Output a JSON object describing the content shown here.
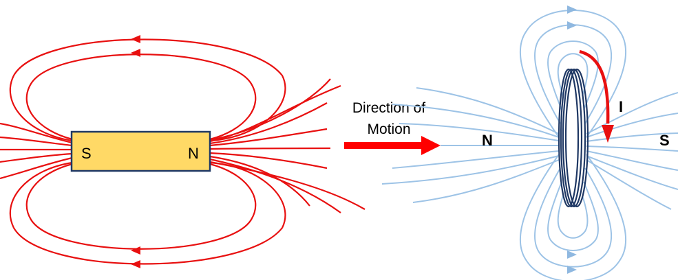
{
  "magnet": {
    "left_pole": "S",
    "right_pole": "N",
    "fill_color": "#FFD966",
    "border_color": "#1F3864"
  },
  "motion": {
    "line1": "Direction of",
    "line2": "Motion",
    "arrow_color": "#FF0000"
  },
  "coil": {
    "left_pole": "N",
    "right_pole": "S",
    "current_label": "I",
    "winding_color": "#1F3864",
    "current_arrow_color": "#E81010"
  },
  "colors": {
    "magnet_field": "#E81010",
    "coil_field": "#9DC3E6"
  }
}
